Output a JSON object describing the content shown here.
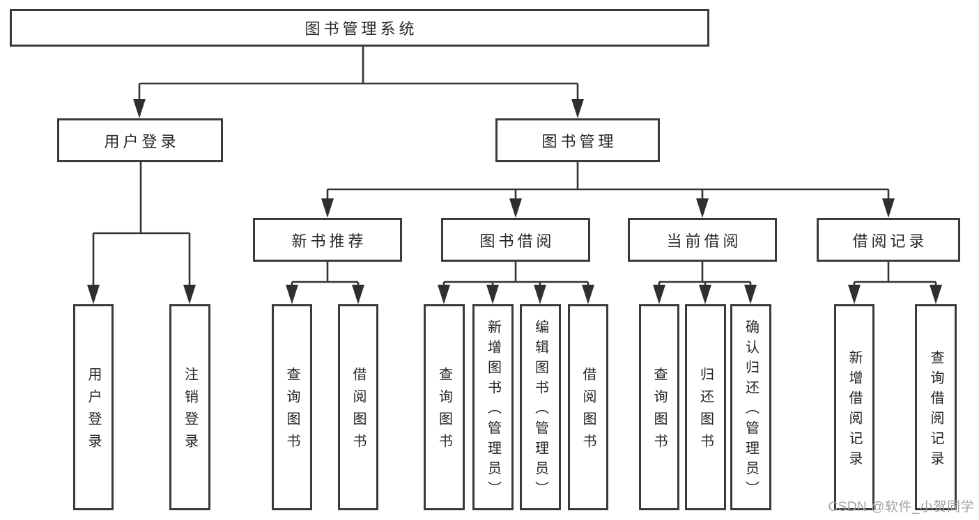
{
  "diagram": {
    "root": {
      "label": "图书管理系统"
    },
    "level2": [
      {
        "label": "用户登录"
      },
      {
        "label": "图书管理"
      }
    ],
    "login_children": [
      {
        "label": "用户登录"
      },
      {
        "label": "注销登录"
      }
    ],
    "level3": [
      {
        "label": "新书推荐"
      },
      {
        "label": "图书借阅"
      },
      {
        "label": "当前借阅"
      },
      {
        "label": "借阅记录"
      }
    ],
    "recommend_children": [
      {
        "label": "查询图书"
      },
      {
        "label": "借阅图书"
      }
    ],
    "borrow_children": [
      {
        "label": "查询图书"
      },
      {
        "label": "新增图书（管理员）"
      },
      {
        "label": "编辑图书（管理员）"
      },
      {
        "label": "借阅图书"
      }
    ],
    "current_children": [
      {
        "label": "查询图书"
      },
      {
        "label": "归还图书"
      },
      {
        "label": "确认归还（管理员）"
      }
    ],
    "record_children": [
      {
        "label": "新增借阅记录"
      },
      {
        "label": "查询借阅记录"
      }
    ]
  },
  "watermark": {
    "text": "CSDN @软件_小贺同学"
  },
  "colors": {
    "background": "#ffffff",
    "box_border": "#3a3a3a",
    "line": "#333333",
    "arrow": "#2f2f2f",
    "text": "#262626",
    "watermark": "#9da1a4"
  }
}
